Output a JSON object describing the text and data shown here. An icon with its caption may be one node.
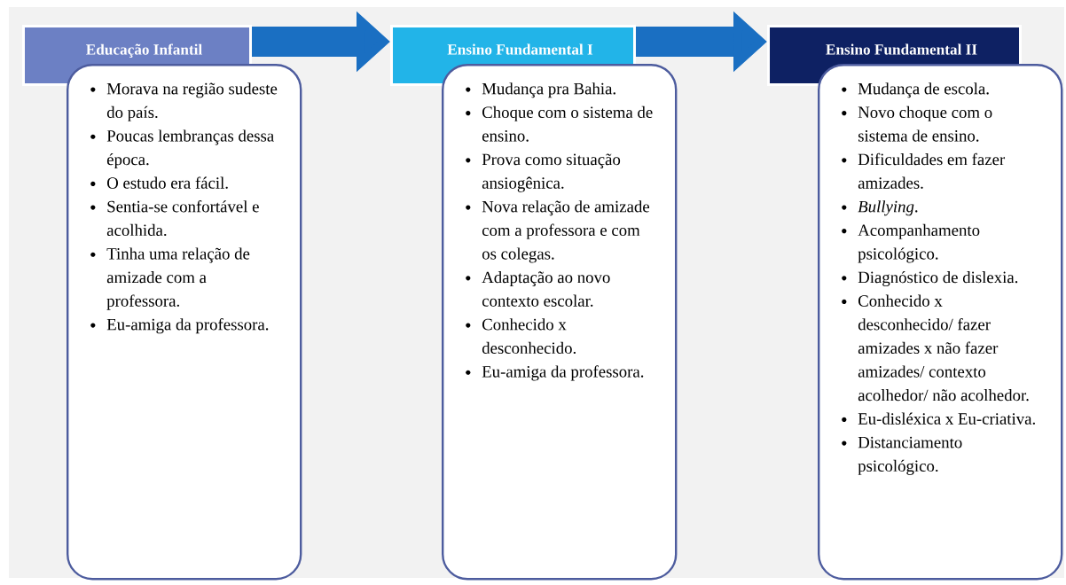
{
  "diagram": {
    "nodes": [
      {
        "text": [
          "Educação Infantil"
        ]
      },
      {
        "text": [
          "Morava na região sudeste do país.",
          "Poucas lembranças dessa época.",
          "O estudo era fácil.",
          "Sentia-se confortável e acolhida.",
          "Tinha uma relação de amizade com a professora.",
          "Eu-amiga da professora."
        ]
      },
      {
        "text": [
          "Ensino Fundamental I"
        ]
      },
      {
        "text": [
          "Mudança pra Bahia.",
          "Choque com o sistema de ensino.",
          "Prova como situação ansiogênica.",
          "Nova relação de amizade com a professora e com os colegas.",
          "Adaptação ao novo contexto escolar.",
          "Conhecido x desconhecido.",
          "Eu-amiga da professora."
        ]
      },
      {
        "text": [
          "Ensino Fundamental II"
        ]
      },
      {
        "text": [
          "Mudança de escola.",
          "Novo choque com o sistema de ensino.",
          "Dificuldades em fazer amizades.",
          "*Bullying*.",
          "Acompanhamento psicológico.",
          "Diagnóstico de dislexia.",
          "Conhecido x desconhecido/ fazer amizades x não fazer amizades/ contexto acolhedor/ não acolhedor.",
          "Eu-disléxica x Eu-criativa.",
          "Distanciamento psicológico."
        ]
      }
    ],
    "edges": [
      {
        "from": 0,
        "to": 2,
        "arrow": "to"
      },
      {
        "from": 2,
        "to": 4,
        "arrow": "to"
      }
    ]
  }
}
